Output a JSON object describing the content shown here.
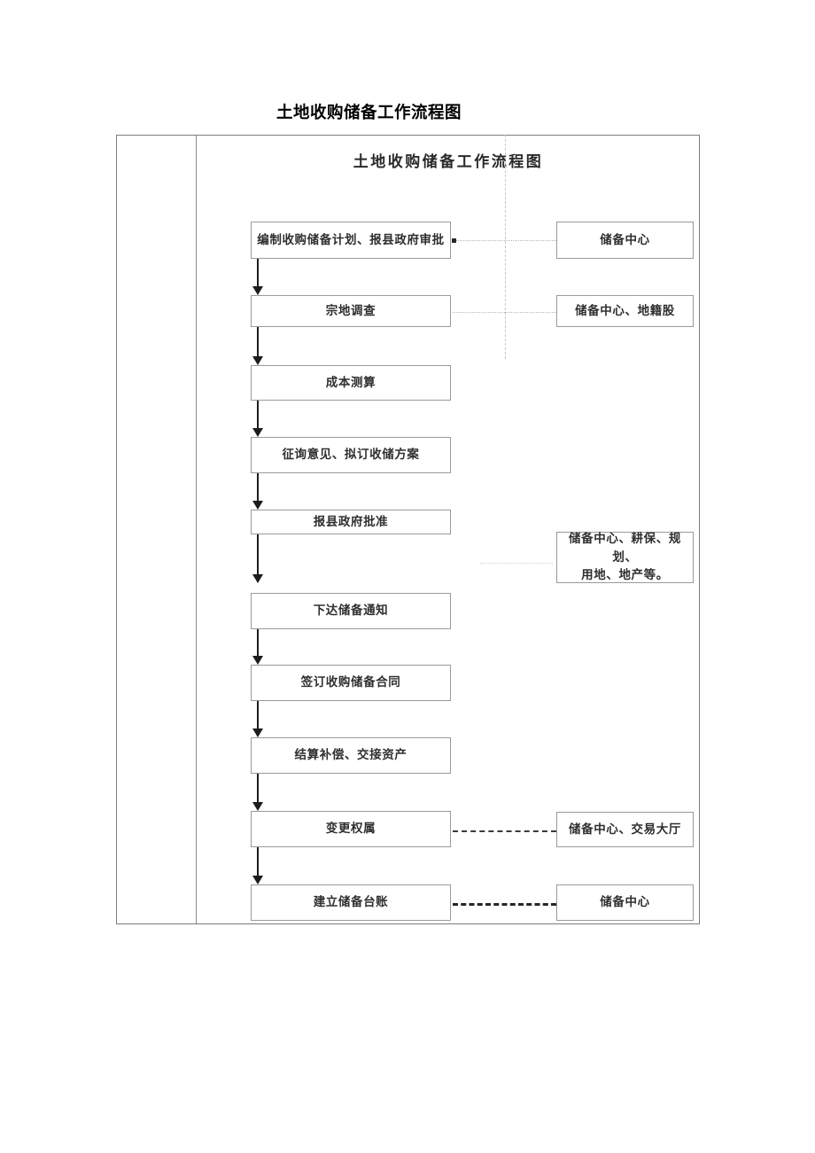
{
  "page": {
    "heading": "土地收购储备工作流程图"
  },
  "diagram": {
    "title": "土地收购储备工作流程图",
    "process_steps": [
      {
        "label": "编制收购储备计划、报县政府审批"
      },
      {
        "label": "宗地调查"
      },
      {
        "label": "成本测算"
      },
      {
        "label": "征询意见、拟订收储方案"
      },
      {
        "label": "报县政府批准"
      },
      {
        "label": "下达储备通知"
      },
      {
        "label": "签订收购储备合同"
      },
      {
        "label": "结算补偿、交接资产"
      },
      {
        "label": "变更权属"
      },
      {
        "label": "建立储备台账"
      }
    ],
    "actor_boxes": [
      {
        "label": "储备中心"
      },
      {
        "label": "储备中心、地籍股"
      },
      {
        "line1": "储备中心、耕保、规划、",
        "line2": "用地、地产等。"
      },
      {
        "label": "储备中心、交易大厅"
      },
      {
        "label": "储备中心"
      }
    ]
  },
  "colors": {
    "frame_border": "#7c7c7c",
    "node_border": "#9a9a9a",
    "arrow": "#1d1d1d",
    "text": "#2f2f2f",
    "link_light": "#b5b5b5",
    "link_dark": "#262626"
  }
}
